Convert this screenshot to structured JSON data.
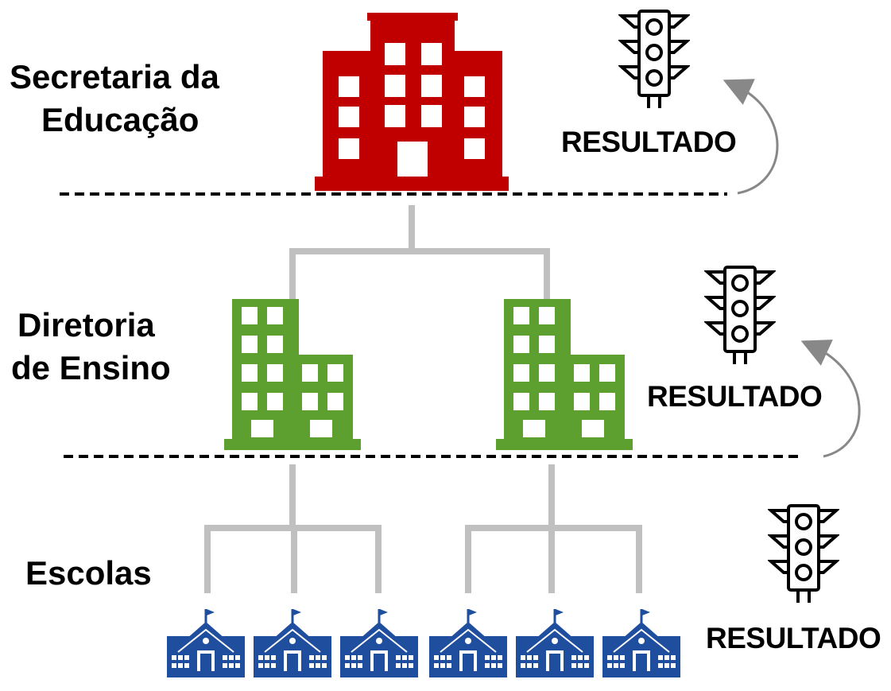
{
  "levels": {
    "secretaria": {
      "line1": "Secretaria da",
      "line2": "Educação"
    },
    "diretoria": {
      "line1": "Diretoria",
      "line2": "de Ensino"
    },
    "escolas": {
      "label": "Escolas"
    }
  },
  "results": {
    "top": "RESULTADO",
    "middle": "RESULTADO",
    "bottom": "RESULTADO"
  },
  "icons": {
    "secretaria": "red-office-building-icon",
    "diretoria": "green-office-building-icon",
    "escola": "blue-school-icon",
    "semaforo": "traffic-light-icon"
  },
  "colors": {
    "secretaria": "#c00000",
    "diretoria": "#5ea02f",
    "escola": "#1f4e9e",
    "connector": "#c0c0c0",
    "arrow": "#888888"
  }
}
